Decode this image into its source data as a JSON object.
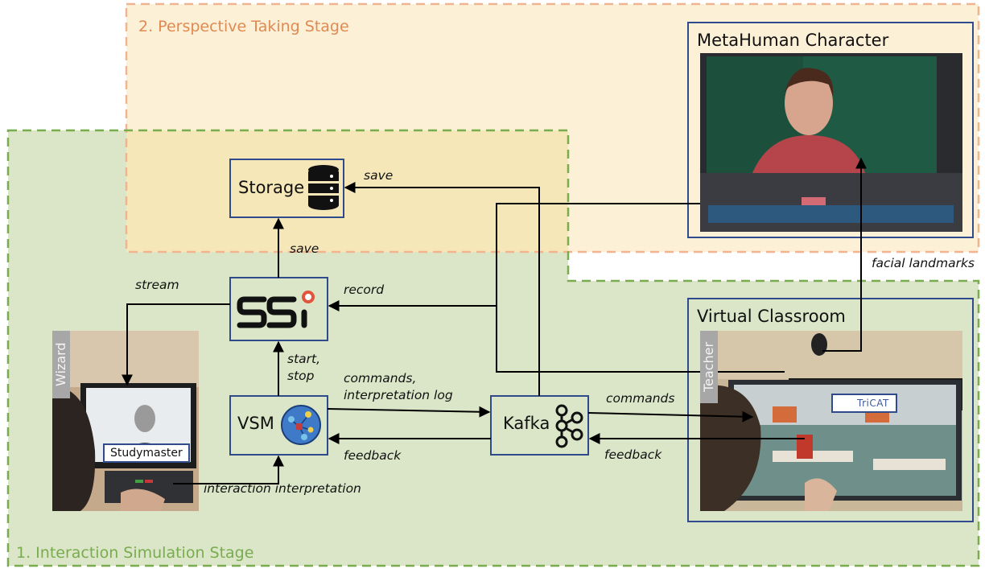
{
  "stages": {
    "perspective": "2. Perspective Taking Stage",
    "interaction": "1. Interaction Simulation Stage"
  },
  "nodes": {
    "storage": "Storage",
    "vsm": "VSM",
    "kafka": "Kafka"
  },
  "panels": {
    "metahuman": "MetaHuman Character",
    "classroom": "Virtual Classroom",
    "wizard_tag": "Wizard",
    "teacher_tag": "Teacher",
    "studymaster": "Studymaster",
    "tricat": "TriCAT"
  },
  "edges": {
    "save_top": "save",
    "save_ssi": "save",
    "stream": "stream",
    "record": "record",
    "start": "start,",
    "stop": "stop",
    "commands_vsm_1": "commands,",
    "commands_vsm_2": "interpretation log",
    "feedback_vsm": "feedback",
    "commands_cls": "commands",
    "feedback_cls": "feedback",
    "interaction": "interaction interpretation",
    "facial": "facial landmarks"
  },
  "colors": {
    "stage1_border": "#79ac4e",
    "stage1_fill": "#dae6c7",
    "stage2_border": "#f0b491",
    "stage2_fill": "#fcf0d7",
    "overlap_fill": "#f6e7b9",
    "node_border": "#2f4b8c",
    "ssi_red": "#e0553b"
  },
  "icons": [
    "database-icon",
    "ssi-logo",
    "vsm-network-icon",
    "kafka-icon"
  ]
}
